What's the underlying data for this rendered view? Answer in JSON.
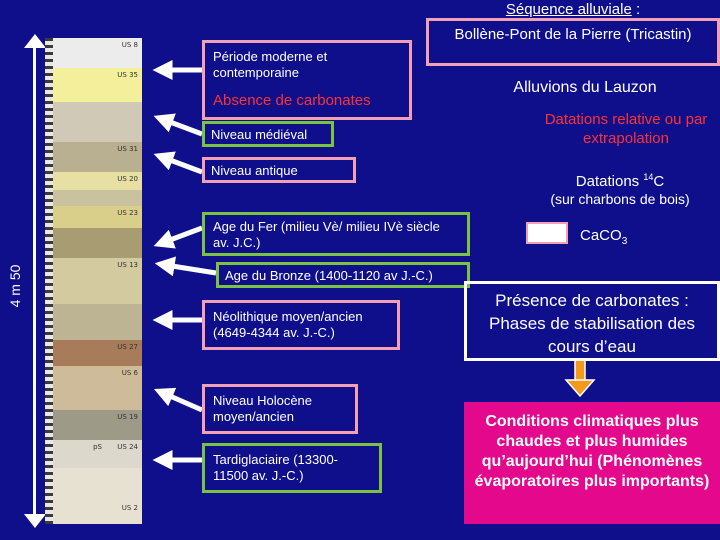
{
  "scale": {
    "label": "4 m 50"
  },
  "column": {
    "tags": [
      "US 8",
      "US 35",
      "US 31",
      "US 20",
      "US 23",
      "US 13",
      "US 27",
      "US 6",
      "US 19",
      "pS",
      "US 24",
      "US 2"
    ]
  },
  "labels": {
    "modern": "Période moderne et contemporaine",
    "no_carbonates": "Absence de carbonates",
    "medieval": "Niveau médiéval",
    "antique": "Niveau antique",
    "iron_age": "Age du Fer (milieu Vè/ milieu IVè siècle av. J.C.)",
    "bronze_age": "Age du Bronze (1400-1120 av J.-C.)",
    "neolithic": "Néolithique moyen/ancien (4649-4344 av. J.-C.)",
    "holocene": "Niveau Holocène moyen/ancien",
    "tardiglacial": "Tardiglaciaire (13300-11500 av. J.-C.)"
  },
  "header": {
    "sequence_title": "Séquence alluviale",
    "sequence_colon": " :",
    "sequence_site": "Bollène-Pont de la Pierre (Tricastin)",
    "alluvions": "Alluvions du Lauzon"
  },
  "legend": {
    "datations_relative": "Datations relative ou par extrapolation",
    "datations_c14_main": "Datations ",
    "datations_c14_sup": "14",
    "datations_c14_c": "C",
    "datations_c14_sub": "(sur charbons de bois)",
    "caco3_main": "CaCO",
    "caco3_sub": "3"
  },
  "right": {
    "presence": "Présence de carbonates : Phases de stabilisation des cours d’eau",
    "conditions": "Conditions climatiques plus chaudes et plus humides qu’aujourd’hui (Phénomènes évaporatoires plus importants)"
  },
  "colors": {
    "background": "#0f0f8c",
    "pink_border": "#f4a0b4",
    "green_border": "#7cc242",
    "red_text": "#ff3030",
    "magenta_panel": "#e4088c",
    "orange_arrow": "#f39a1e"
  }
}
